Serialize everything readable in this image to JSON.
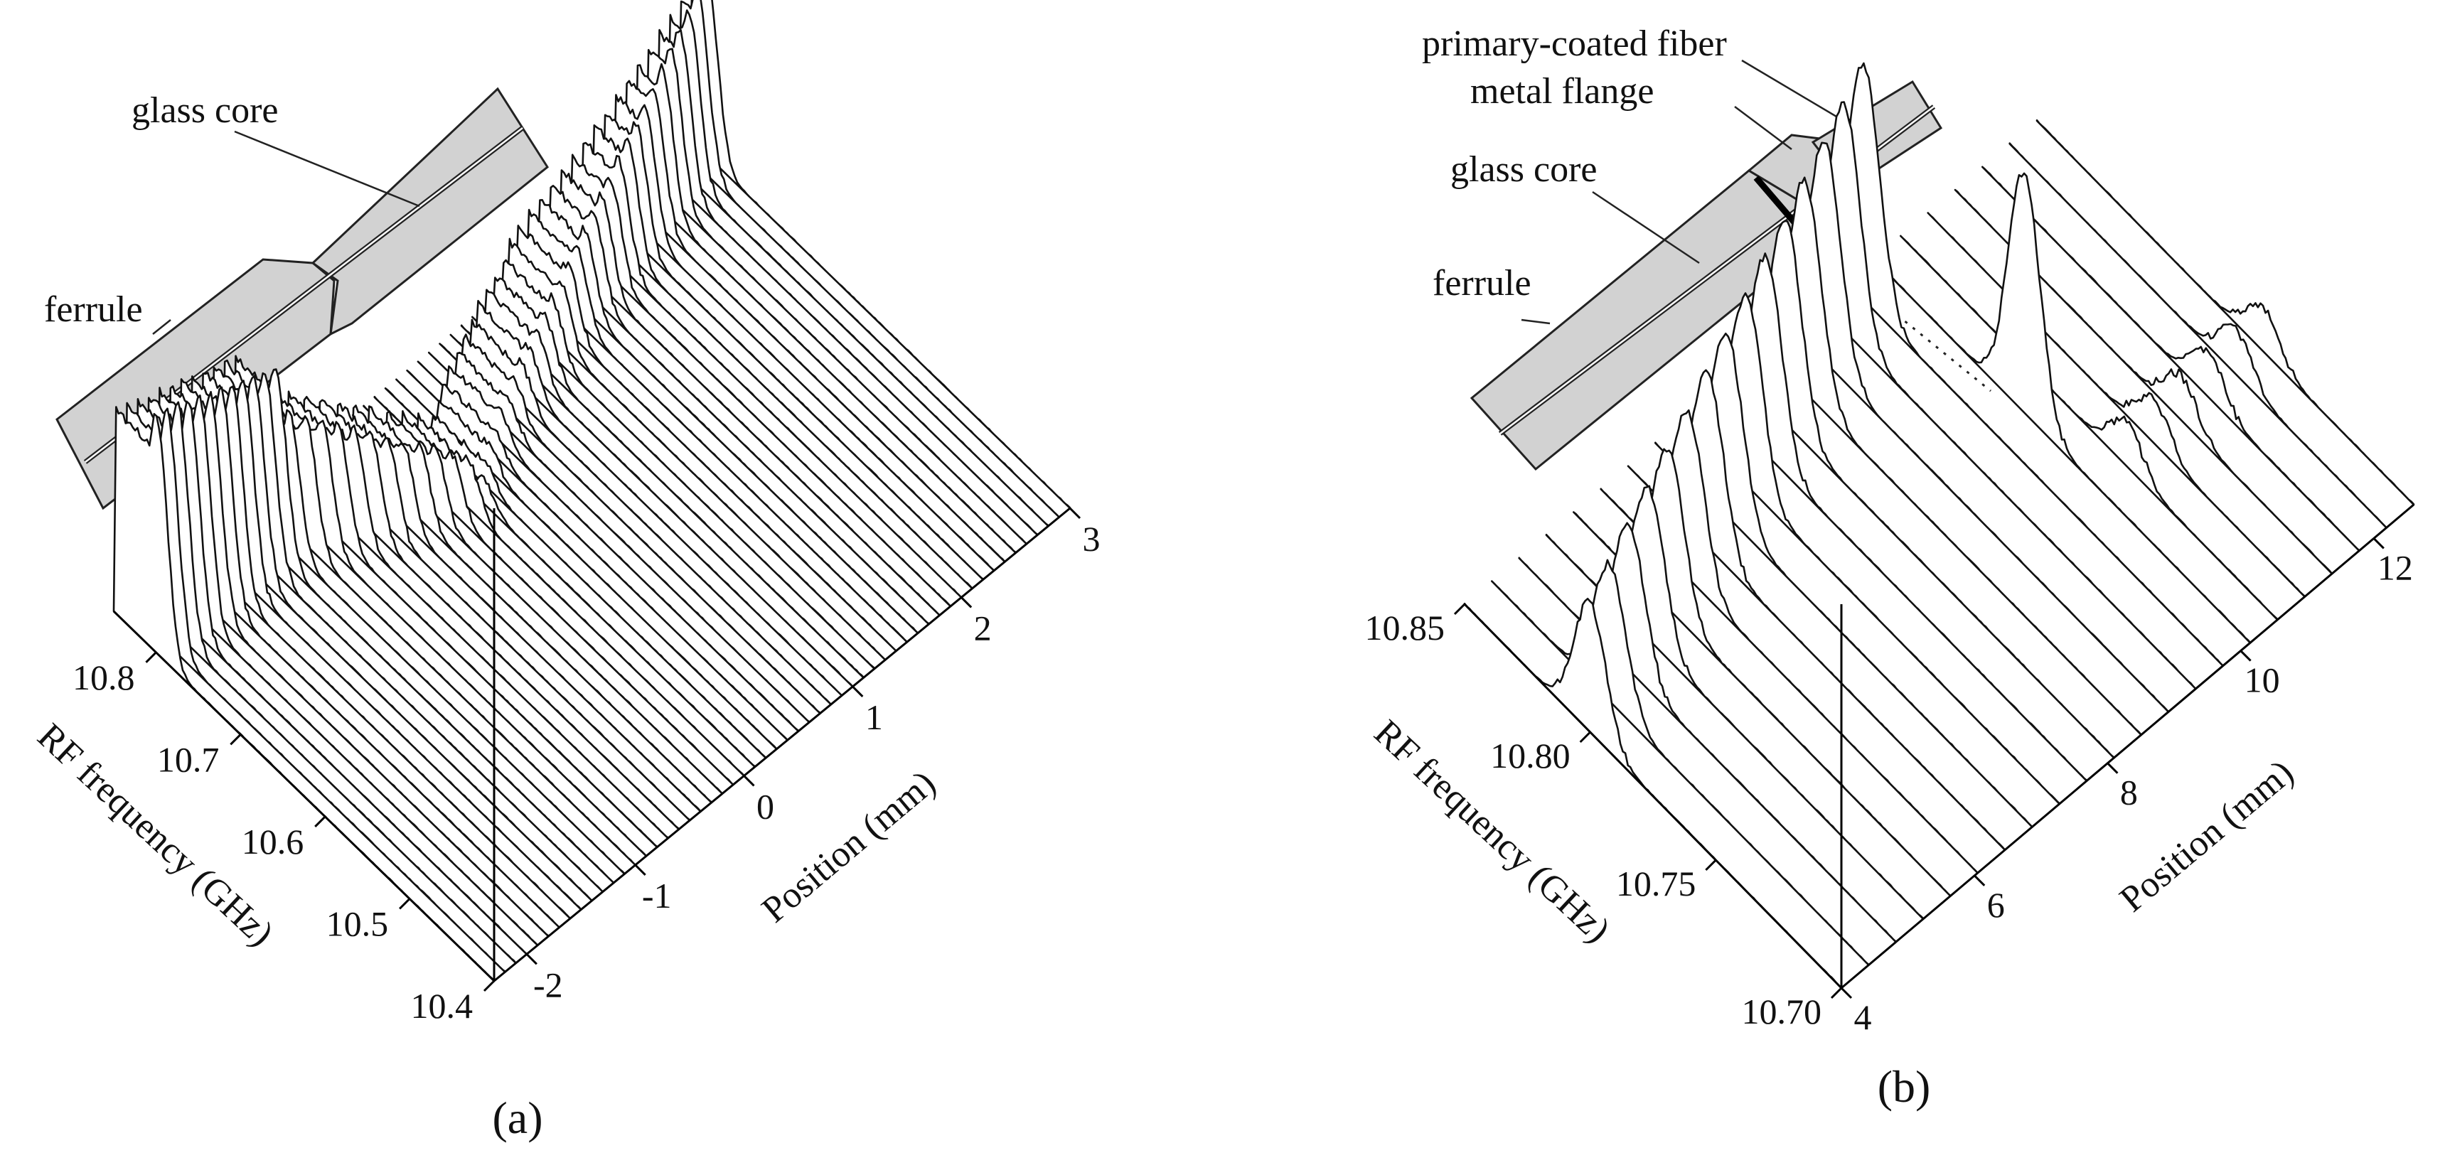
{
  "chart_data": [
    {
      "type": "waterfall-3d",
      "panel_label": "(a)",
      "x_axis": {
        "label": "Position (mm)",
        "ticks": [
          "-2",
          "-1",
          "0",
          "1",
          "2",
          "3"
        ],
        "range": [
          -2.3,
          3.0
        ]
      },
      "y_axis": {
        "label": "RF frequency (GHz)",
        "ticks": [
          "10.8",
          "10.7",
          "10.6",
          "10.5",
          "10.4"
        ],
        "range": [
          10.4,
          10.85
        ]
      },
      "inset": {
        "labels": [
          "glass core",
          "ferrule"
        ]
      },
      "trace_count": 54,
      "profile": {
        "bfs_core": 10.8,
        "bfs_glass": 10.72,
        "bfs_ferrule": 10.83,
        "core_segment_mm": [
          -2.3,
          -1.15
        ],
        "taper_dip_mm": [
          -1.15,
          0.1
        ],
        "taper_rise_mm": [
          0.1,
          3.0
        ],
        "relative_peak_height": [
          1.0,
          0.35,
          2.6
        ]
      }
    },
    {
      "type": "waterfall-3d",
      "panel_label": "(b)",
      "x_axis": {
        "label": "Position (mm)",
        "ticks": [
          "4",
          "6",
          "8",
          "10",
          "12"
        ],
        "range": [
          4.0,
          12.6
        ]
      },
      "y_axis": {
        "label": "RF frequency (GHz)",
        "ticks": [
          "10.85",
          "10.80",
          "10.75",
          "10.70"
        ],
        "range": [
          10.7,
          10.85
        ]
      },
      "inset": {
        "labels": [
          "primary-coated fiber",
          "metal flange",
          "glass core",
          "ferrule"
        ]
      },
      "trace_count": 22,
      "profile": {
        "bfs_start": 10.8,
        "bfs_rise_to": 10.845,
        "bfs_fiber": 10.76,
        "rise_region_mm": [
          4.0,
          10.0
        ],
        "transition_mm": [
          10.0,
          10.5
        ],
        "relative_peak_height": [
          1.0,
          1.6,
          0.2
        ]
      }
    }
  ]
}
